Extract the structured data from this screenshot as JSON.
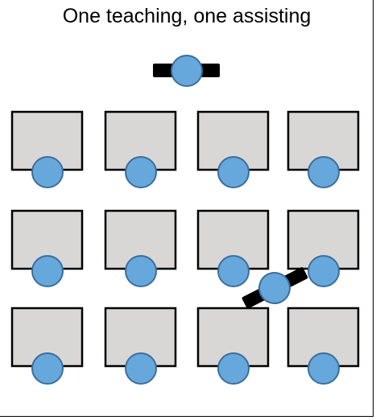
{
  "title": "One teaching, one assisting",
  "colors": {
    "desk_fill": "#d9d7d6",
    "desk_stroke": "#000000",
    "person_fill": "#67a8dc",
    "person_stroke": "#3b6e9c",
    "teacher_desk": "#000000"
  },
  "layout_semantics": {
    "student_desk_rows": 3,
    "student_desk_columns": 4,
    "students_per_desk": 1,
    "teachers": [
      {
        "role": "teaching",
        "position": "front-center"
      },
      {
        "role": "assisting",
        "position": "among students"
      }
    ]
  }
}
